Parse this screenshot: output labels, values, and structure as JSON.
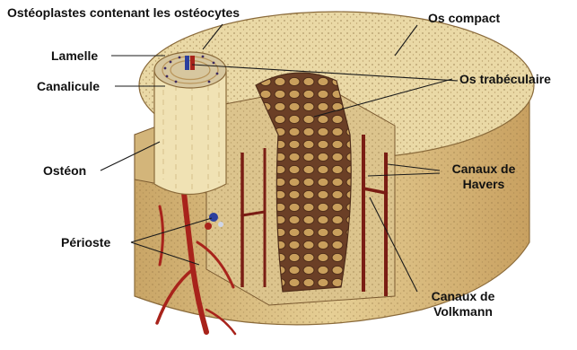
{
  "labels": {
    "osteoplastes": "Ostéoplastes contenant les ostéocytes",
    "lamelle": "Lamelle",
    "canalicule": "Canalicule",
    "osteon": "Ostéon",
    "perioste": "Périoste",
    "os_compact": "Os compact",
    "os_trabeculaire": "Os trabéculaire",
    "havers_line1": "Canaux de",
    "havers_line2": "Havers",
    "volkmann_line1": "Canaux de",
    "volkmann_line2": "Volkmann"
  },
  "colors": {
    "bone_light": "#ecdcab",
    "bone_mid": "#d9c084",
    "bone_dark": "#b9955a",
    "marrow": "#7a4a2e",
    "vessel_red": "#a8231b",
    "vessel_blue": "#2b3f9e",
    "leader": "#1a1a1a"
  }
}
